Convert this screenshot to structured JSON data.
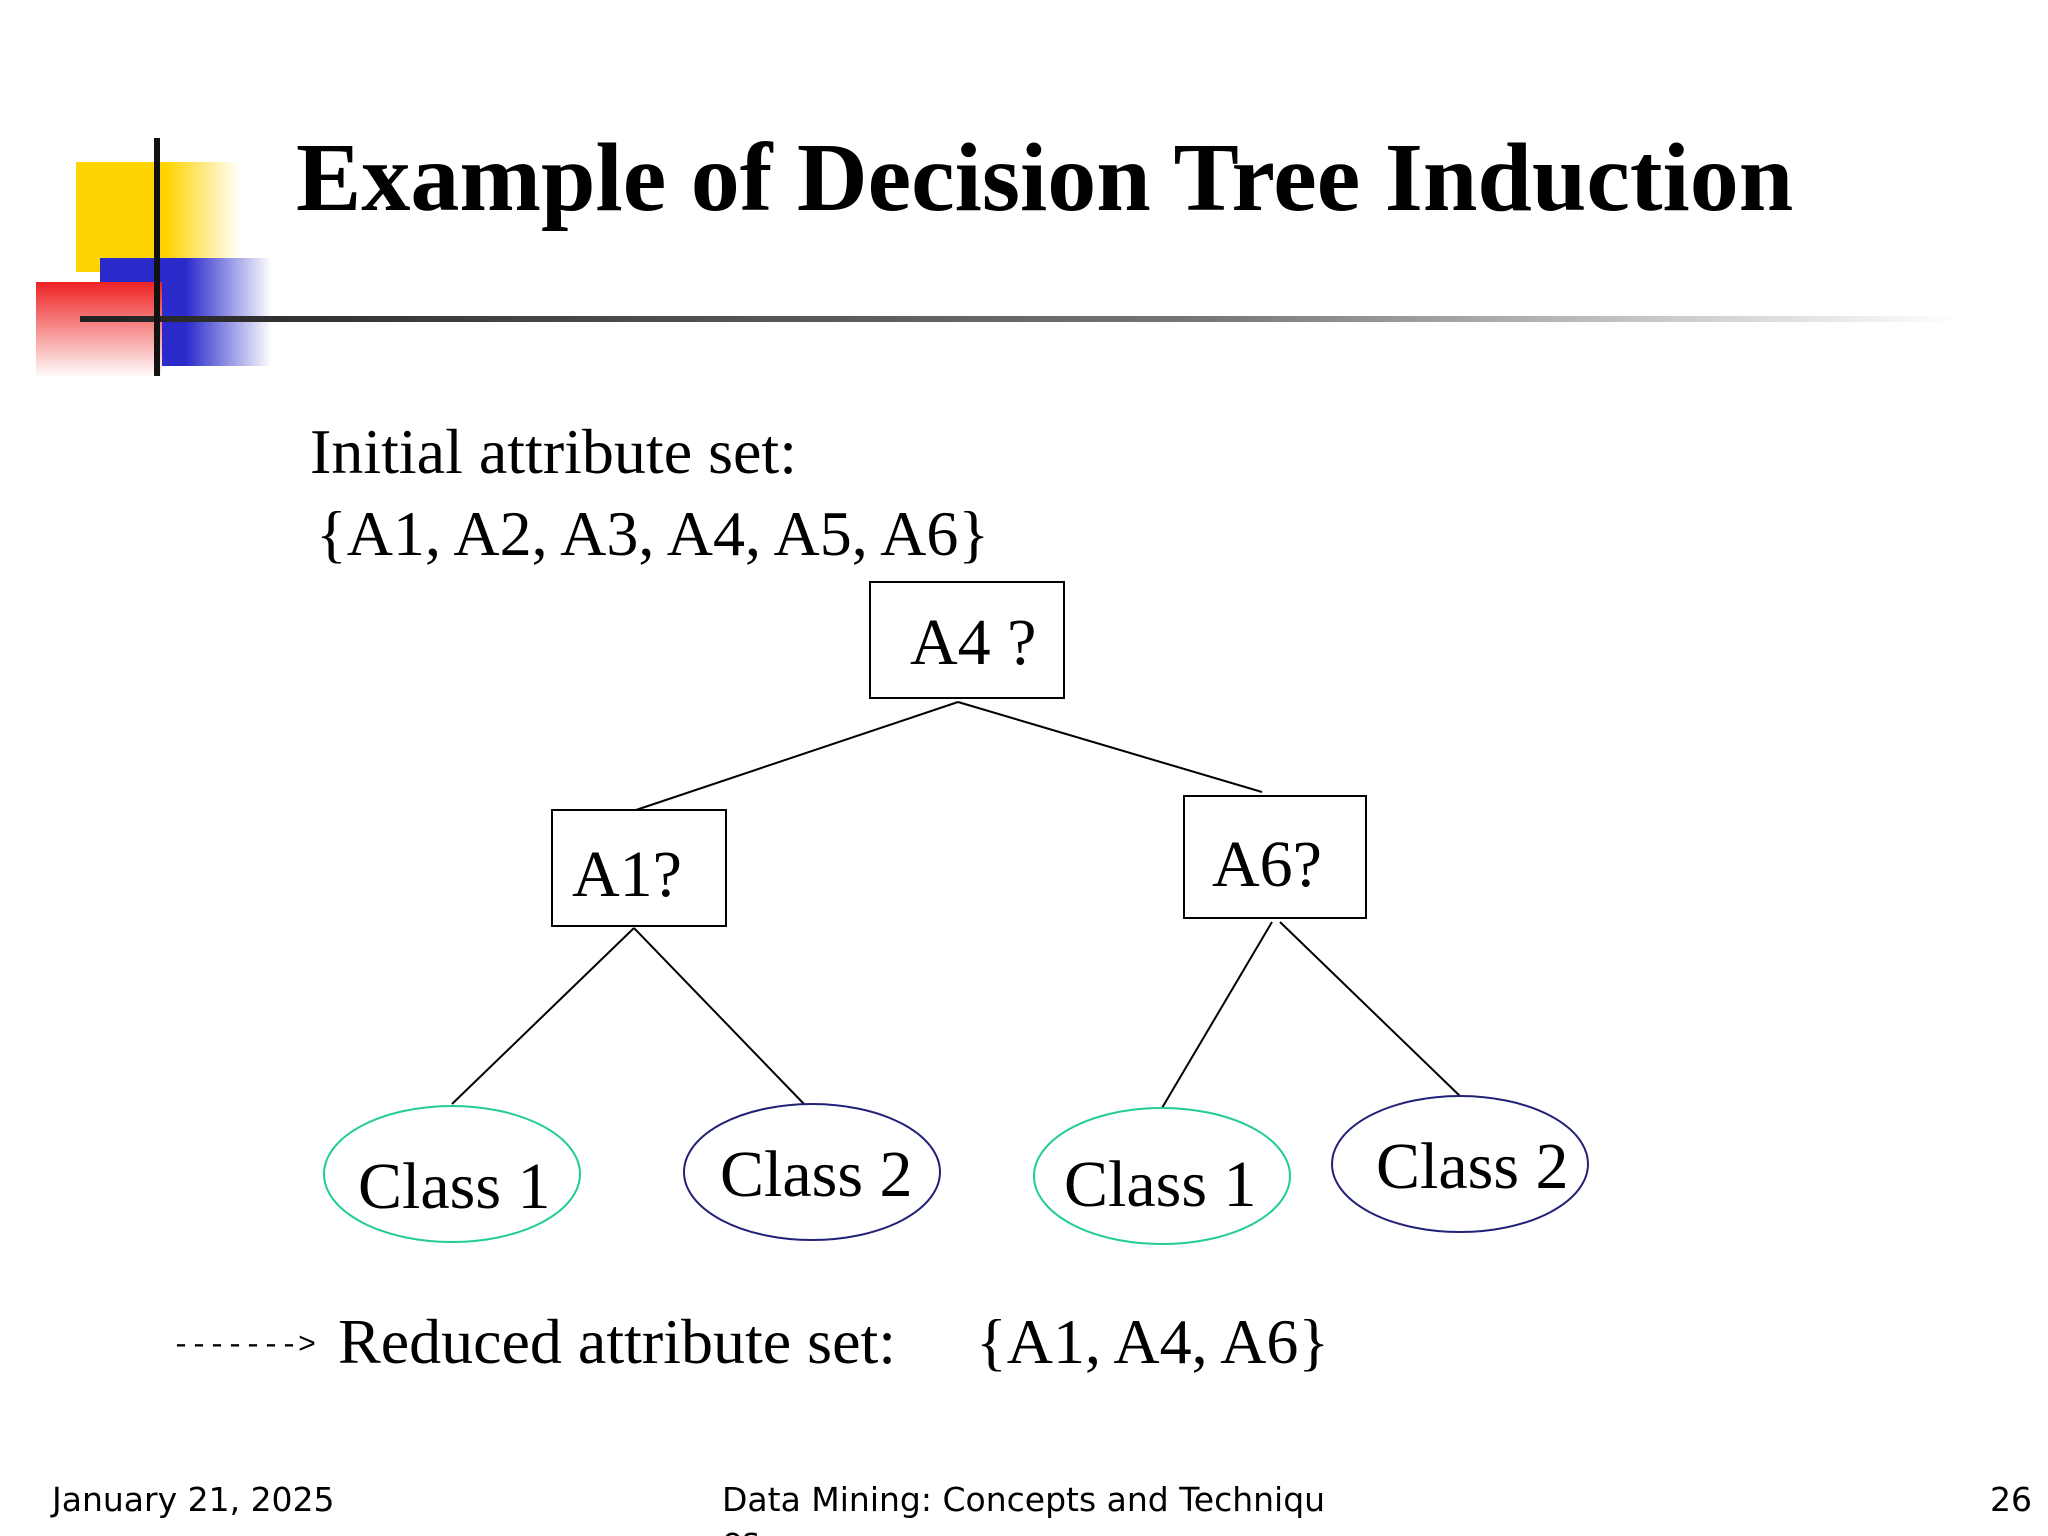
{
  "slide": {
    "title": "Example of Decision Tree Induction",
    "initial_label": "Initial attribute set:",
    "initial_set": "{A1, A2, A3, A4, A5, A6}",
    "reduced_arrow": "------->",
    "reduced_label": "Reduced attribute set:",
    "reduced_set": "{A1, A4, A6}"
  },
  "tree": {
    "root": "A4 ?",
    "left": "A1?",
    "right": "A6?",
    "leaves": [
      "Class 1",
      "Class 2",
      "Class 1",
      "Class 2"
    ]
  },
  "colors": {
    "yellow": "#FFD400",
    "blue": "#2B2BCC",
    "red": "#EE2222",
    "class1_outline": "#22CC99",
    "class2_outline": "#222277"
  },
  "footer": {
    "date": "January 21, 2025",
    "course": "Data Mining: Concepts and Techniques",
    "page": "26"
  }
}
